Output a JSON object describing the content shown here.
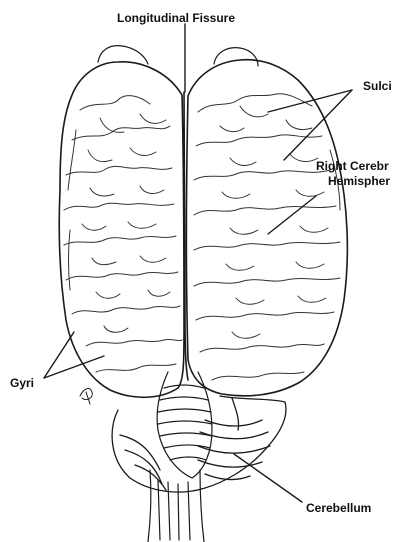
{
  "diagram": {
    "labels": {
      "longitudinal_fissure": "Longitudinal Fissure",
      "sulci": "Sulci",
      "right_cerebral_line1": "Right Cerebr",
      "right_cerebral_line2": "Hemispher",
      "gyri": "Gyri",
      "cerebellum": "Cerebellum"
    },
    "colors": {
      "ink": "#1a1a1a",
      "paper": "#ffffff",
      "shade": "#555555"
    }
  }
}
